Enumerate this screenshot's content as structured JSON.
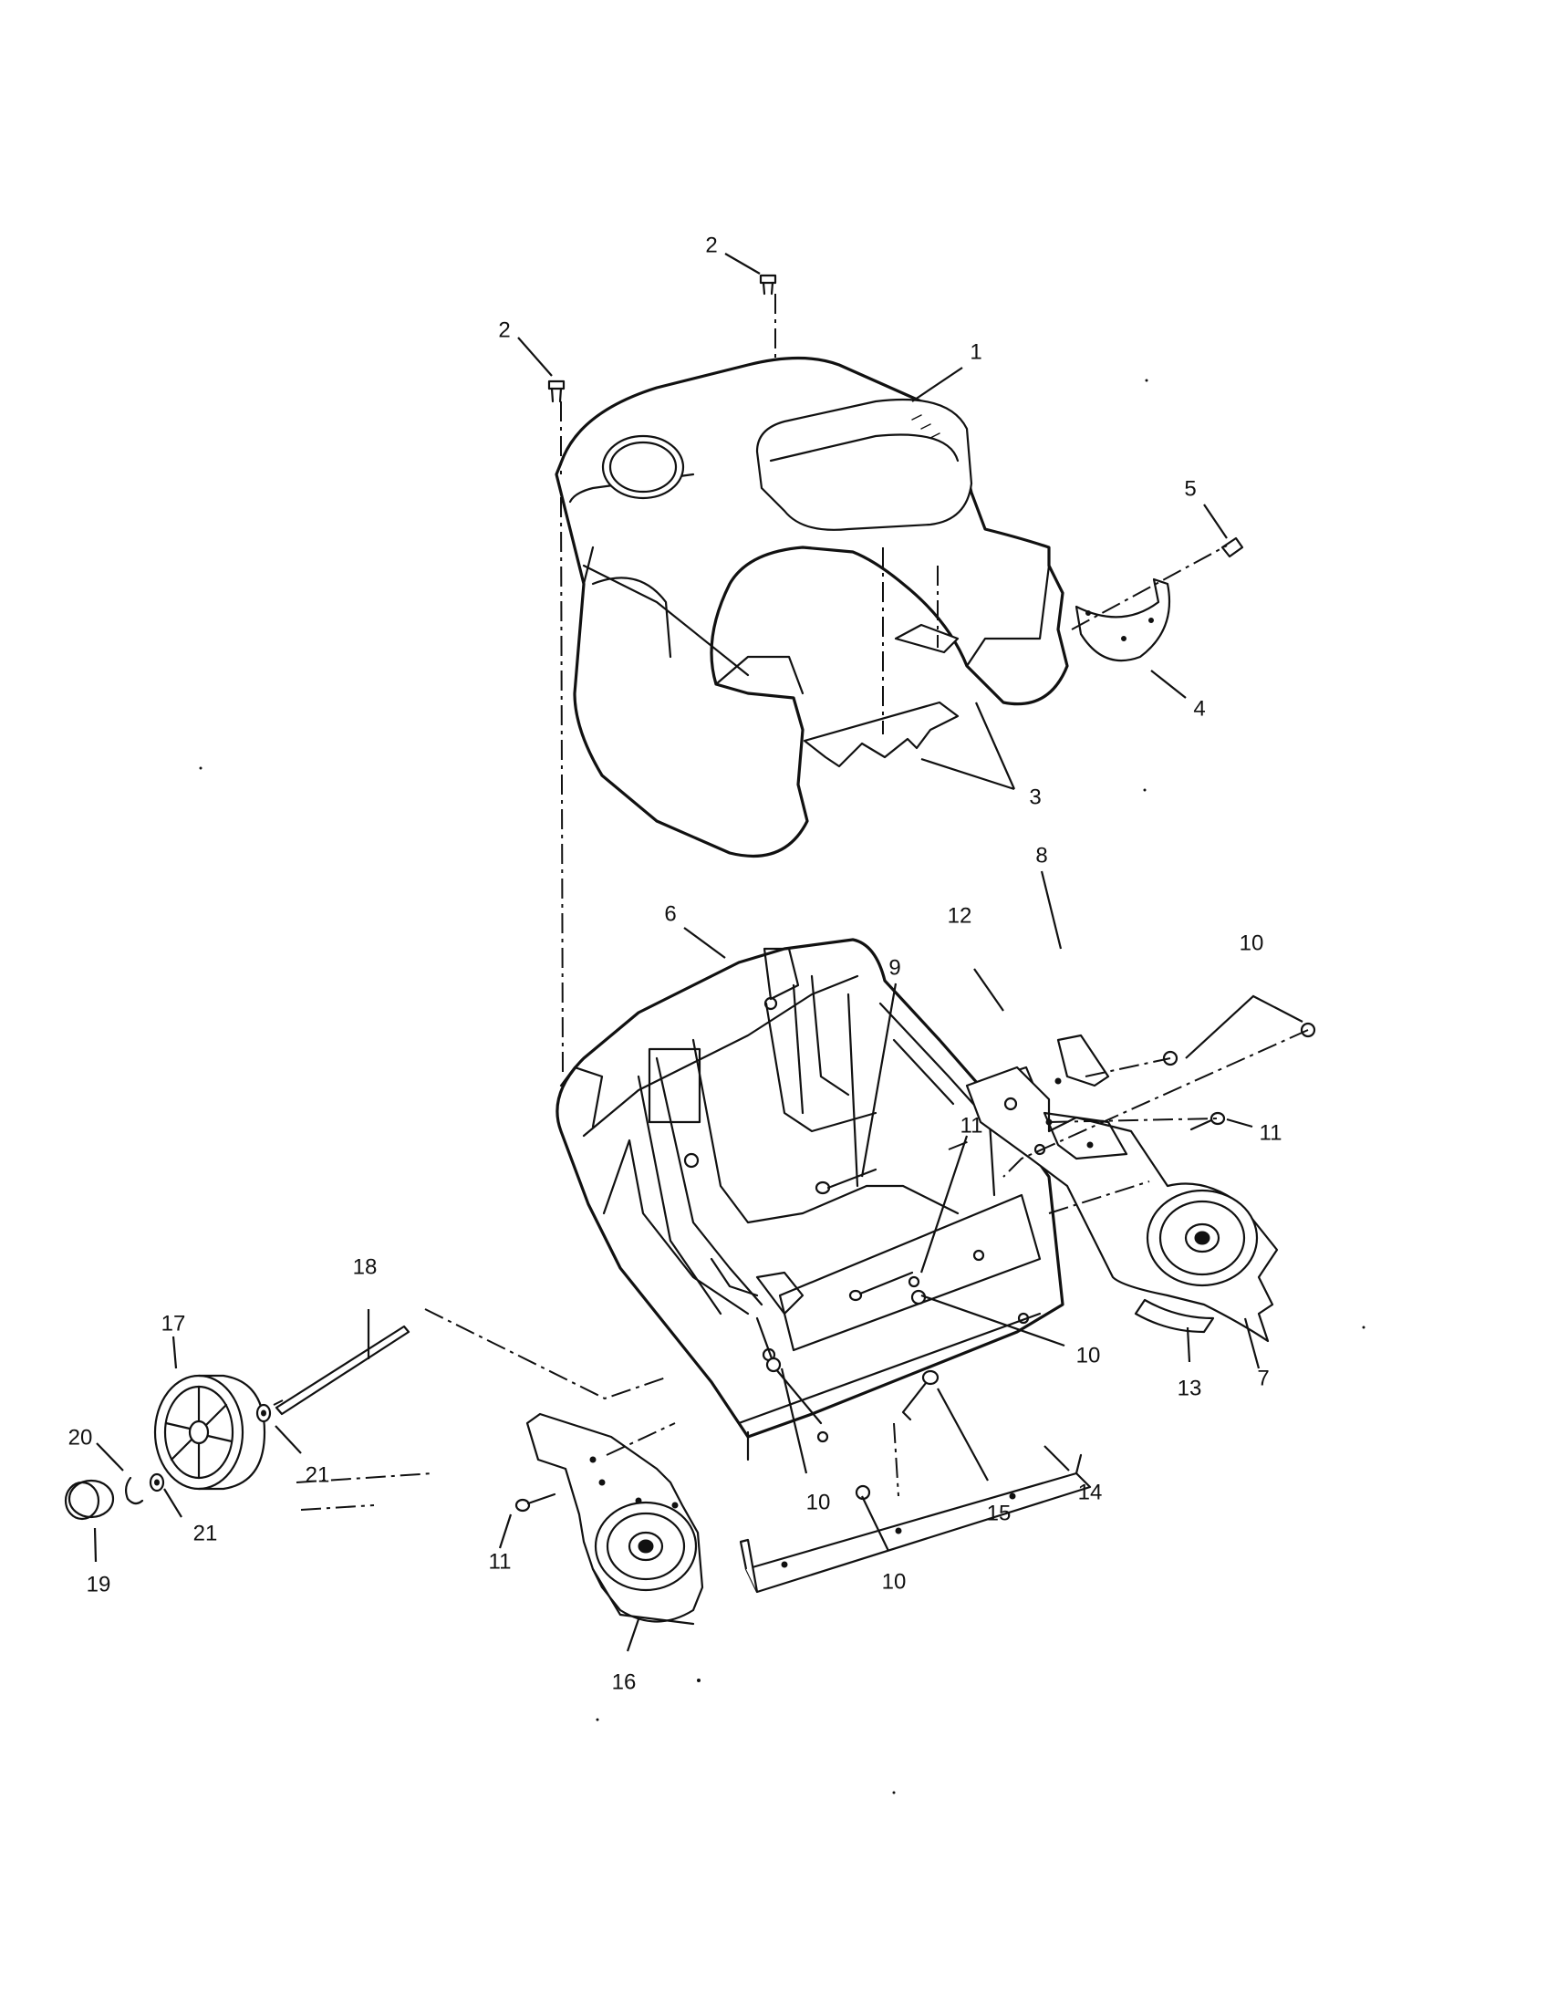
{
  "callouts": [
    {
      "id": "c1",
      "label": "1"
    },
    {
      "id": "c2a",
      "label": "2"
    },
    {
      "id": "c2b",
      "label": "2"
    },
    {
      "id": "c3",
      "label": "3"
    },
    {
      "id": "c4",
      "label": "4"
    },
    {
      "id": "c5",
      "label": "5"
    },
    {
      "id": "c6",
      "label": "6"
    },
    {
      "id": "c7",
      "label": "7"
    },
    {
      "id": "c8",
      "label": "8"
    },
    {
      "id": "c9",
      "label": "9"
    },
    {
      "id": "c10a",
      "label": "10"
    },
    {
      "id": "c10b",
      "label": "10"
    },
    {
      "id": "c10c",
      "label": "10"
    },
    {
      "id": "c10d",
      "label": "10"
    },
    {
      "id": "c11a",
      "label": "11"
    },
    {
      "id": "c11b",
      "label": "11"
    },
    {
      "id": "c11c",
      "label": "11"
    },
    {
      "id": "c12",
      "label": "12"
    },
    {
      "id": "c13",
      "label": "13"
    },
    {
      "id": "c14",
      "label": "14"
    },
    {
      "id": "c15",
      "label": "15"
    },
    {
      "id": "c16",
      "label": "16"
    },
    {
      "id": "c17",
      "label": "17"
    },
    {
      "id": "c18",
      "label": "18"
    },
    {
      "id": "c19",
      "label": "19"
    },
    {
      "id": "c20",
      "label": "20"
    },
    {
      "id": "c21a",
      "label": "21"
    },
    {
      "id": "c21b",
      "label": "21"
    }
  ]
}
